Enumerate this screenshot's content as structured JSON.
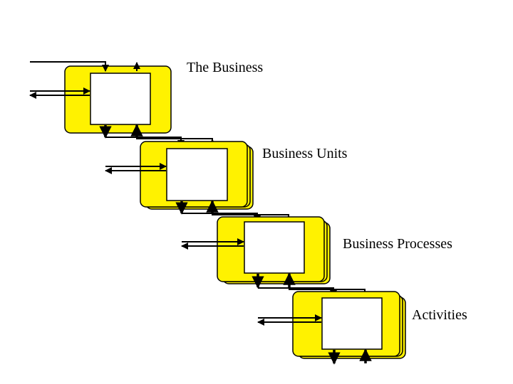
{
  "diagram": {
    "levels": [
      {
        "label": "The Business"
      },
      {
        "label": "Business Units"
      },
      {
        "label": "Business Processes"
      },
      {
        "label": "Activities"
      }
    ],
    "colors": {
      "box_fill": "#FFF200",
      "inner_fill": "#FFFFFF",
      "stroke": "#000000"
    }
  }
}
